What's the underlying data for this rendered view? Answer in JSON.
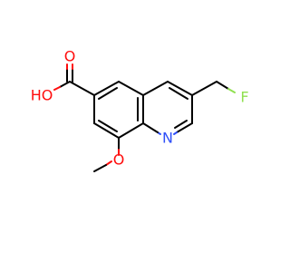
{
  "molecule": {
    "atoms": {
      "hydroxyl": "HO",
      "carbonyl_oxygen": "O",
      "ring_nitrogen": "N",
      "fluorine": "F",
      "methoxy_oxygen": "O"
    },
    "colors": {
      "bond": "#000000",
      "oxygen": "#ff0d0d",
      "nitrogen": "#3050f8",
      "fluorine": "#90e050"
    }
  }
}
